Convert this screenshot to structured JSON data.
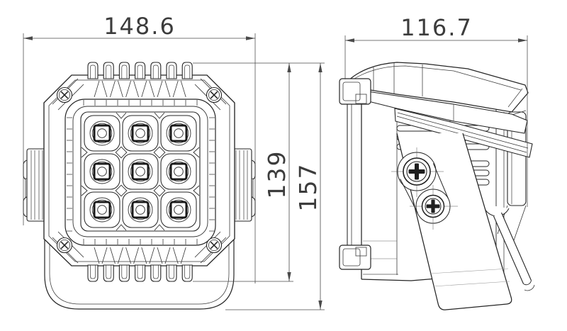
{
  "drawing": {
    "background_color": "#ffffff",
    "line_color": "#252525",
    "dimension_color": "#4a4a4a",
    "label_color": "#3c3c3c",
    "front_view": {
      "width_label": "148.6",
      "body_height_label": "139",
      "overall_height_label": "157",
      "led_columns": 3,
      "led_rows": 3,
      "top_fin_count": 7,
      "bottom_fin_count": 7,
      "corner_screw_count": 4
    },
    "side_view": {
      "depth_label": "116.7",
      "bracket_screw_count": 2
    }
  }
}
